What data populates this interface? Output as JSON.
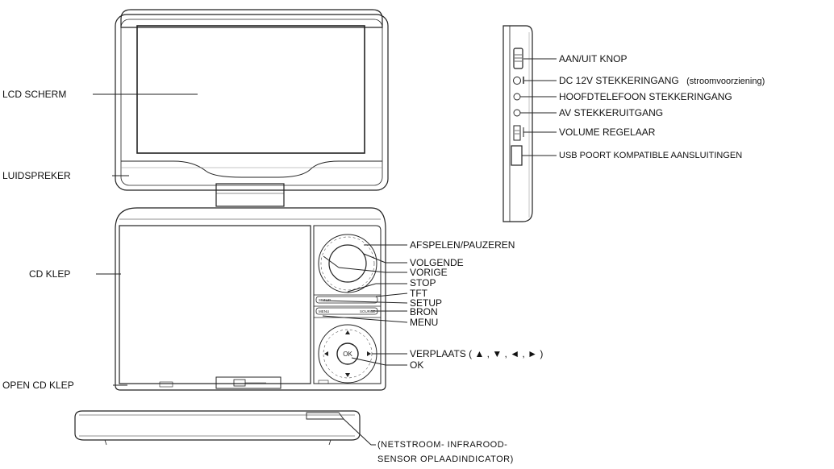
{
  "labels": {
    "lcd_screen": "LCD SCHERM",
    "speaker": "LUIDSPREKER",
    "cd_cover": "CD KLEP",
    "open_cd_cover": "OPEN CD KLEP",
    "play_pause": "AFSPELEN/PAUZEREN",
    "next": "VOLGENDE",
    "previous": "VORIGE",
    "stop": "STOP",
    "tft": "TFT",
    "setup": "SETUP",
    "source": "BRON",
    "menu": "MENU",
    "navigate": "VERPLAATS ( ▲ , ▼ , ◄ , ► )",
    "ok": "OK",
    "power_switch": "AAN/UIT KNOP",
    "dc_input": "DC 12V STEKKERINGANG",
    "dc_input_note": "(stroomvoorziening)",
    "headphone_jack": "HOOFDTELEFOON STEKKERINGANG",
    "av_output": "AV STEKKERUITGANG",
    "volume_control": "VOLUME REGELAAR",
    "usb_port": "USB POORT KOMPATIBLE AANSLUITINGEN",
    "indicator_line1": "(NETSTROOM- INFRAROOD-",
    "indicator_line2": "SENSOR  OPLAADINDICATOR)"
  },
  "device_marks": {
    "ok_button_text": "OK",
    "setup_key_text": "SETUP",
    "source_key_text": "SOURCE",
    "menu_key_text": "MENU"
  },
  "colors": {
    "line": "#222222",
    "screen_fill": "#ffffff",
    "shadow": "#bbbbbb"
  }
}
